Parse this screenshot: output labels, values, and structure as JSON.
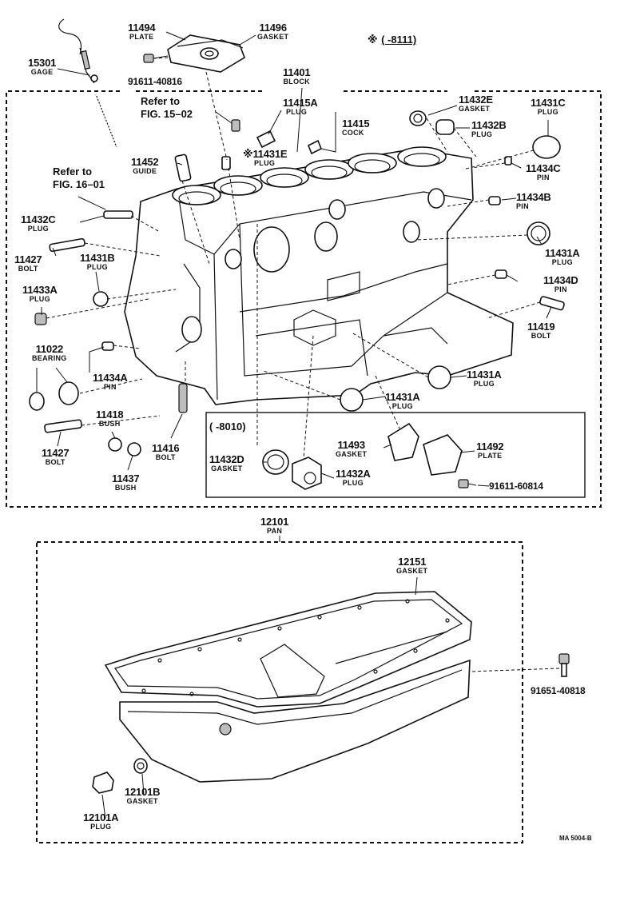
{
  "note": {
    "mark": "※",
    "range": "(      -8111)"
  },
  "inset_range": "(      -8010)",
  "code": "MA 5004-B",
  "refs": [
    {
      "id": "ref-fig15",
      "line1": "Refer to",
      "line2": "FIG. 15–02"
    },
    {
      "id": "ref-fig16",
      "line1": "Refer to",
      "line2": "FIG. 16–01"
    }
  ],
  "labels": [
    {
      "number": "11494",
      "name": "PLATE"
    },
    {
      "number": "11496",
      "name": "GASKET"
    },
    {
      "number": "15301",
      "name": "GAGE"
    },
    {
      "number": "91611-40816",
      "name": ""
    },
    {
      "number": "11401",
      "name": "BLOCK"
    },
    {
      "number": "11415A",
      "name": "PLUG"
    },
    {
      "number": "11415",
      "name": "COCK"
    },
    {
      "number": "11432E",
      "name": "GASKET"
    },
    {
      "number": "11431C",
      "name": "PLUG"
    },
    {
      "number": "11432B",
      "name": "PLUG"
    },
    {
      "number": "※11431E",
      "name": "PLUG"
    },
    {
      "number": "11452",
      "name": "GUIDE"
    },
    {
      "number": "11434C",
      "name": "PIN"
    },
    {
      "number": "11434B",
      "name": "PIN"
    },
    {
      "number": "11432C",
      "name": "PLUG"
    },
    {
      "number": "11427",
      "name": "BOLT"
    },
    {
      "number": "11431B",
      "name": "PLUG"
    },
    {
      "number": "11431A",
      "name": "PLUG"
    },
    {
      "number": "11433A",
      "name": "PLUG"
    },
    {
      "number": "11434D",
      "name": "PIN"
    },
    {
      "number": "11419",
      "name": "BOLT"
    },
    {
      "number": "11022",
      "name": "BEARING"
    },
    {
      "number": "11434A",
      "name": "PIN"
    },
    {
      "number": "11431A",
      "name": "PLUG"
    },
    {
      "number": "11431A",
      "name": "PLUG"
    },
    {
      "number": "11418",
      "name": "BUSH"
    },
    {
      "number": "11416",
      "name": "BOLT"
    },
    {
      "number": "11427",
      "name": "BOLT"
    },
    {
      "number": "11437",
      "name": "BUSH"
    },
    {
      "number": "11432D",
      "name": "GASKET"
    },
    {
      "number": "11432A",
      "name": "PLUG"
    },
    {
      "number": "11493",
      "name": "GASKET"
    },
    {
      "number": "11492",
      "name": "PLATE"
    },
    {
      "number": "91611-60814",
      "name": ""
    },
    {
      "number": "12101",
      "name": "PAN"
    },
    {
      "number": "12151",
      "name": "GASKET"
    },
    {
      "number": "91651-40818",
      "name": ""
    },
    {
      "number": "12101B",
      "name": "GASKET"
    },
    {
      "number": "12101A",
      "name": "PLUG"
    }
  ]
}
